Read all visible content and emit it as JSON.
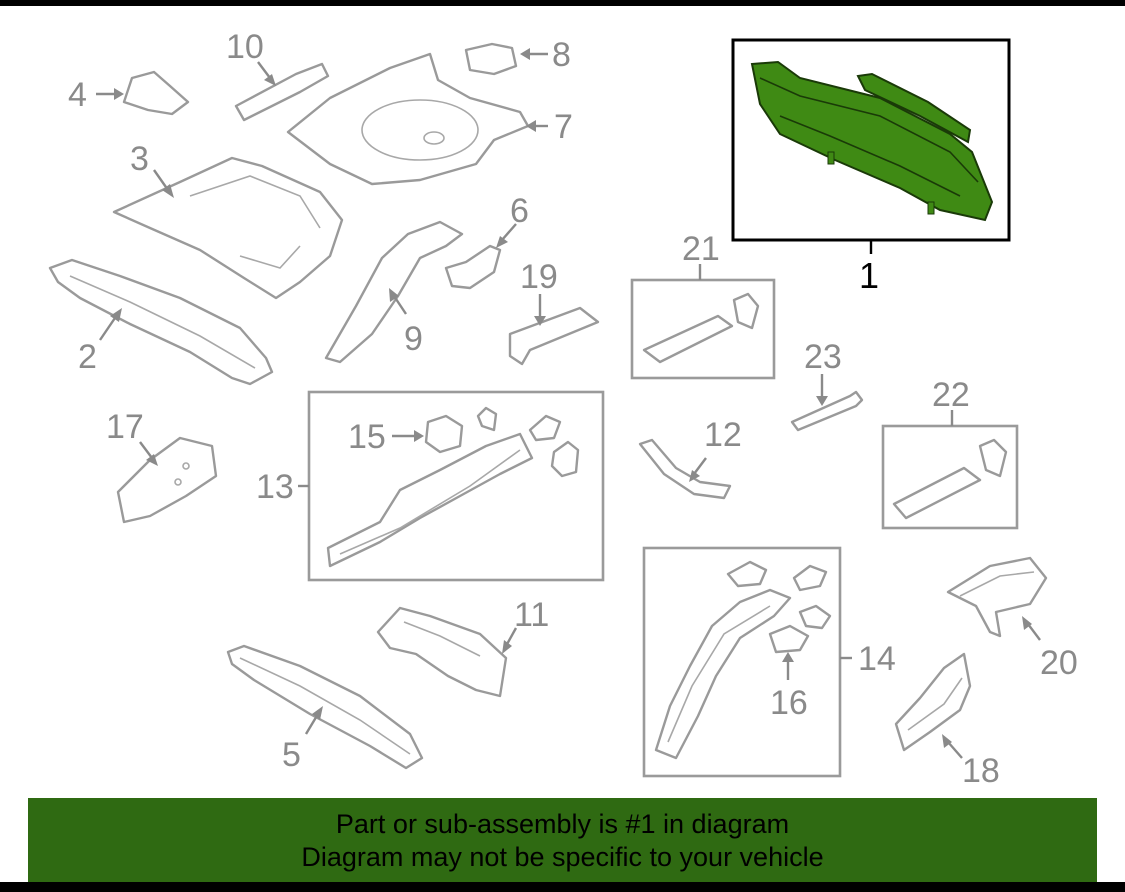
{
  "diagram": {
    "labels": {
      "l1": "1",
      "l2": "2",
      "l3": "3",
      "l4": "4",
      "l5": "5",
      "l6": "6",
      "l7": "7",
      "l8": "8",
      "l9": "9",
      "l10": "10",
      "l11": "11",
      "l12": "12",
      "l13": "13",
      "l14": "14",
      "l15": "15",
      "l16": "16",
      "l17": "17",
      "l18": "18",
      "l19": "19",
      "l20": "20",
      "l21": "21",
      "l22": "22",
      "l23": "23"
    },
    "highlight_color": "#3f8a14",
    "part_stroke_color": "#9a9a9a",
    "banner_color": "#2f6a12"
  },
  "banner": {
    "line1": "Part or sub-assembly is #1 in diagram",
    "line2": "Diagram may not be specific to your vehicle"
  }
}
